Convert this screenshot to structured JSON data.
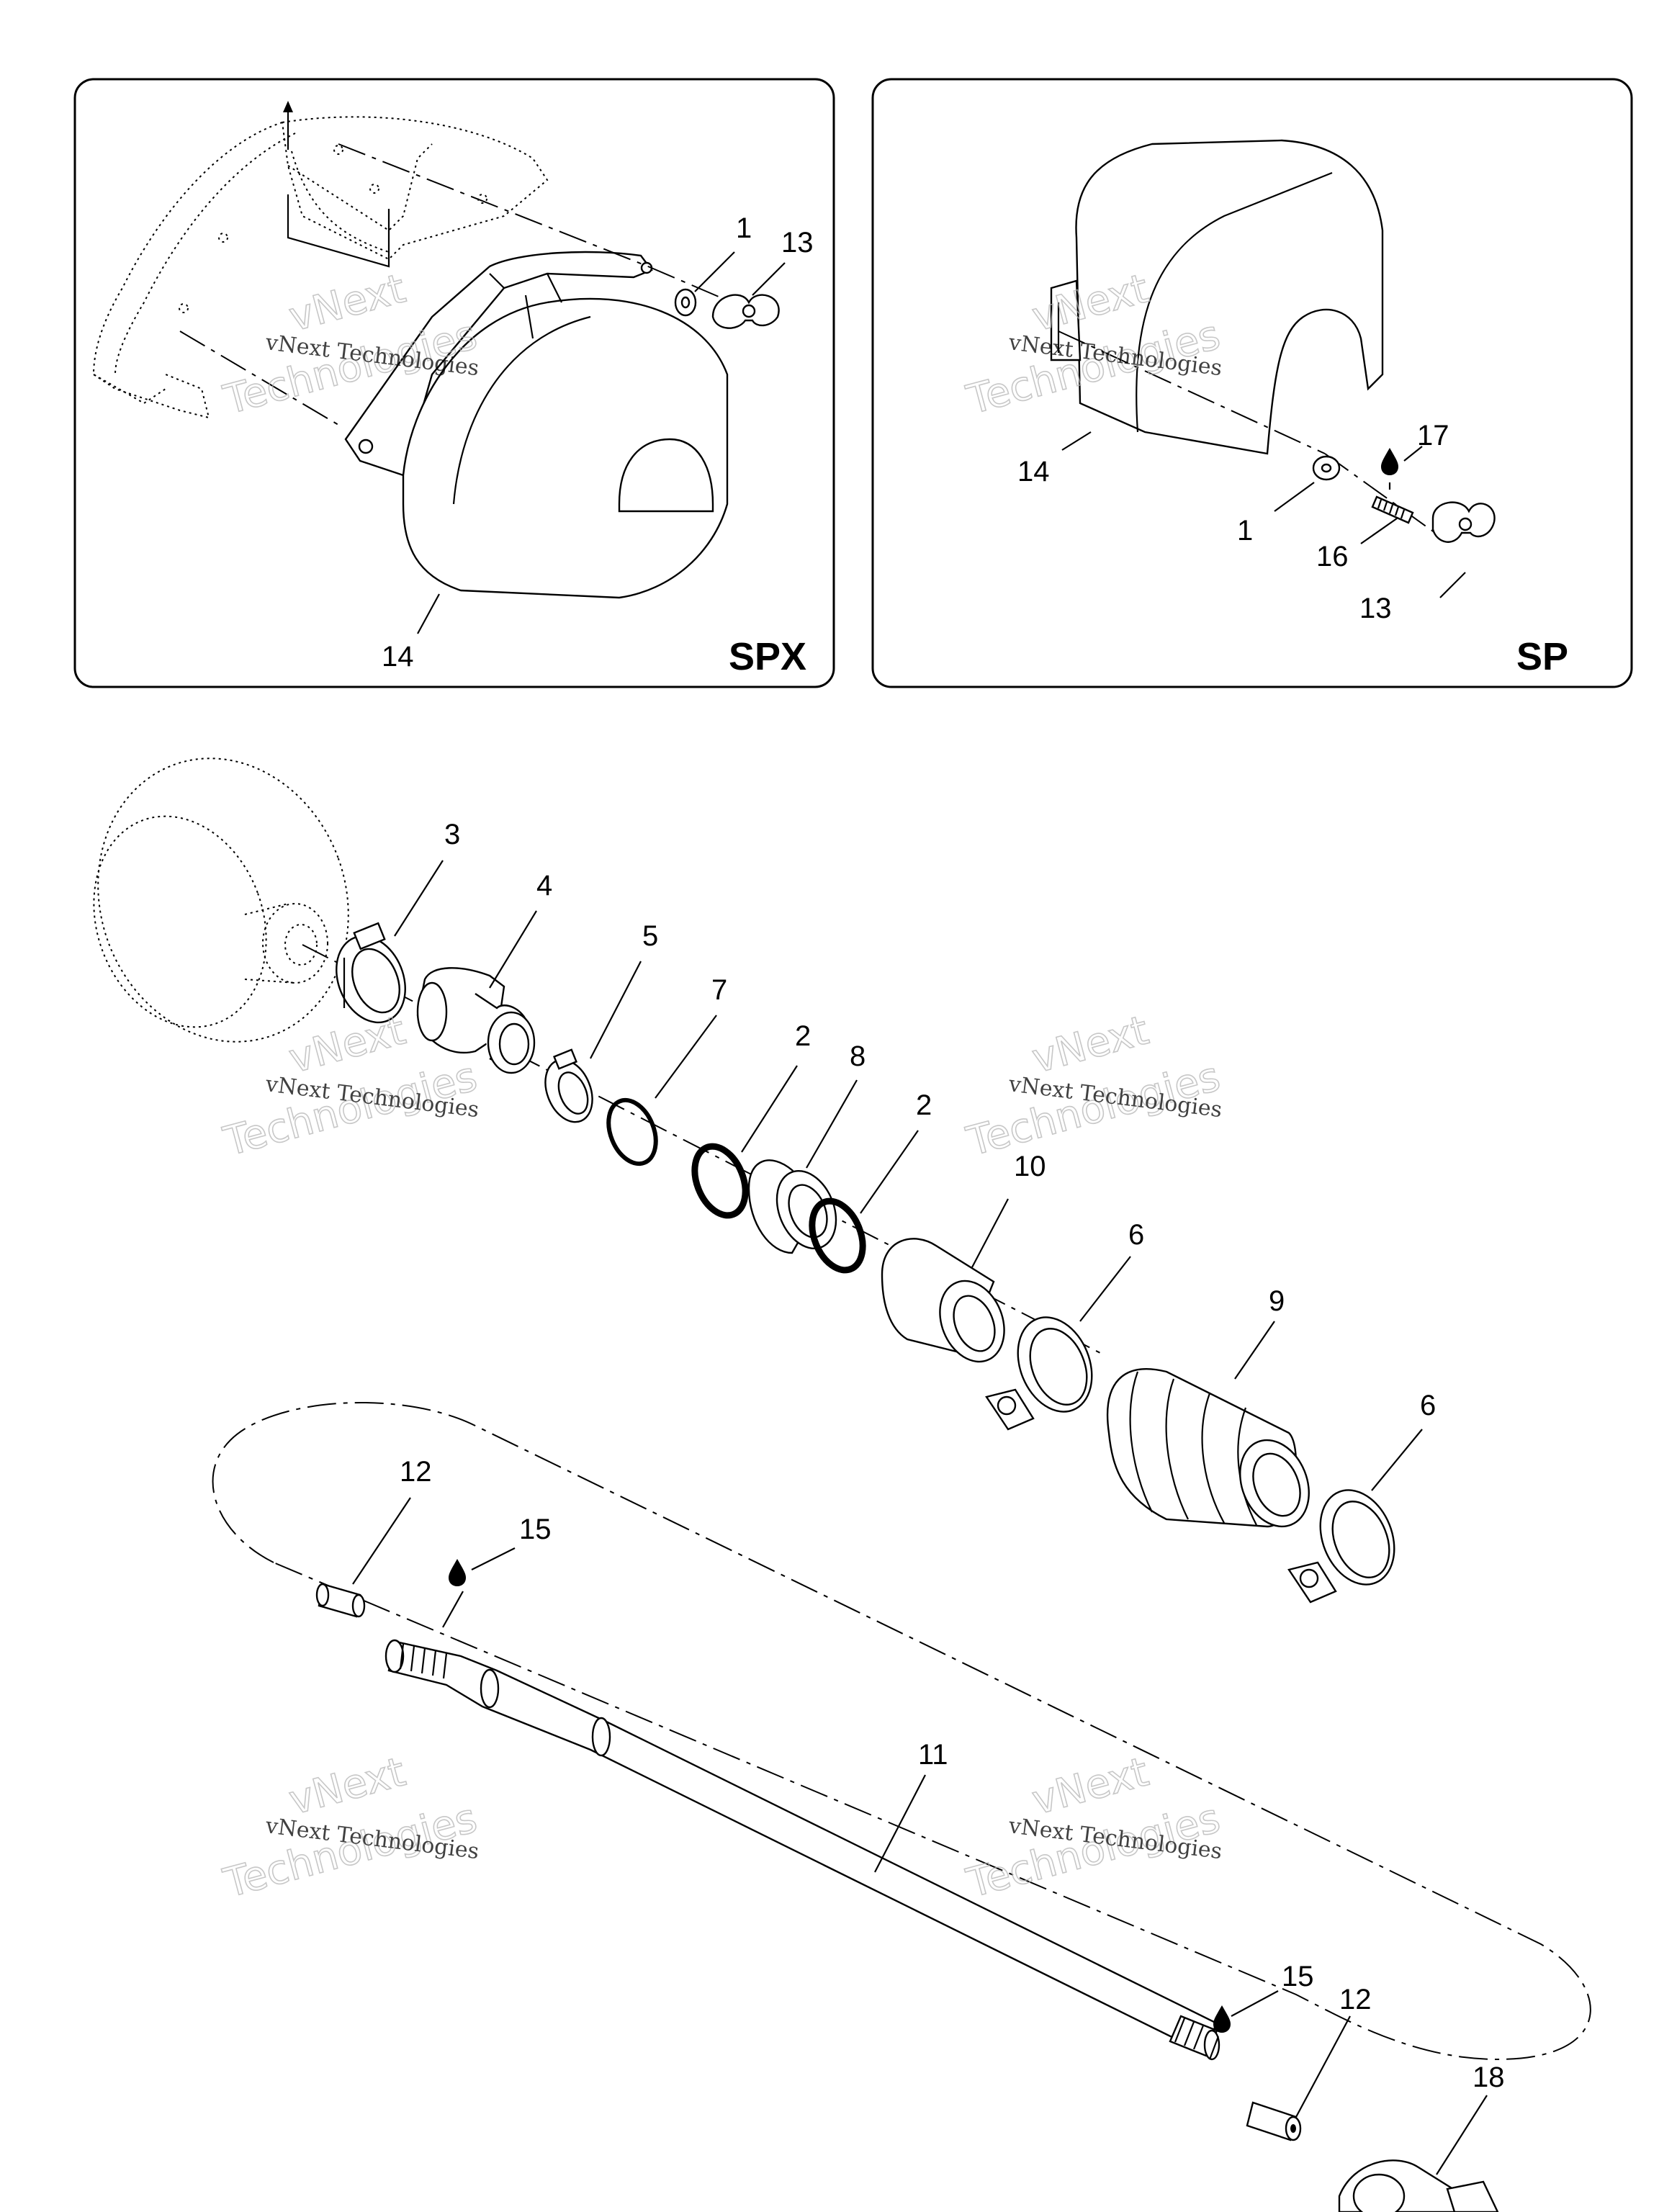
{
  "panels": {
    "spx": {
      "variant_label": "SPX"
    },
    "sp": {
      "variant_label": "SP"
    }
  },
  "callouts": {
    "spx_1": "1",
    "spx_13": "13",
    "spx_14": "14",
    "sp_14": "14",
    "sp_1": "1",
    "sp_16": "16",
    "sp_13": "13",
    "sp_17": "17",
    "c3": "3",
    "c4": "4",
    "c5": "5",
    "c7": "7",
    "c2a": "2",
    "c8": "8",
    "c2b": "2",
    "c10": "10",
    "c6a": "6",
    "c9": "9",
    "c6b": "6",
    "c12a": "12",
    "c15a": "15",
    "c11": "11",
    "c15b": "15",
    "c12b": "12",
    "c18": "18"
  },
  "watermark": {
    "line1": "vNext Technologies",
    "line2": "vNext",
    "line3": "Technologies"
  },
  "icons": {
    "lubricant": "oil-drop-icon",
    "arrow": "arrow-up-icon"
  }
}
